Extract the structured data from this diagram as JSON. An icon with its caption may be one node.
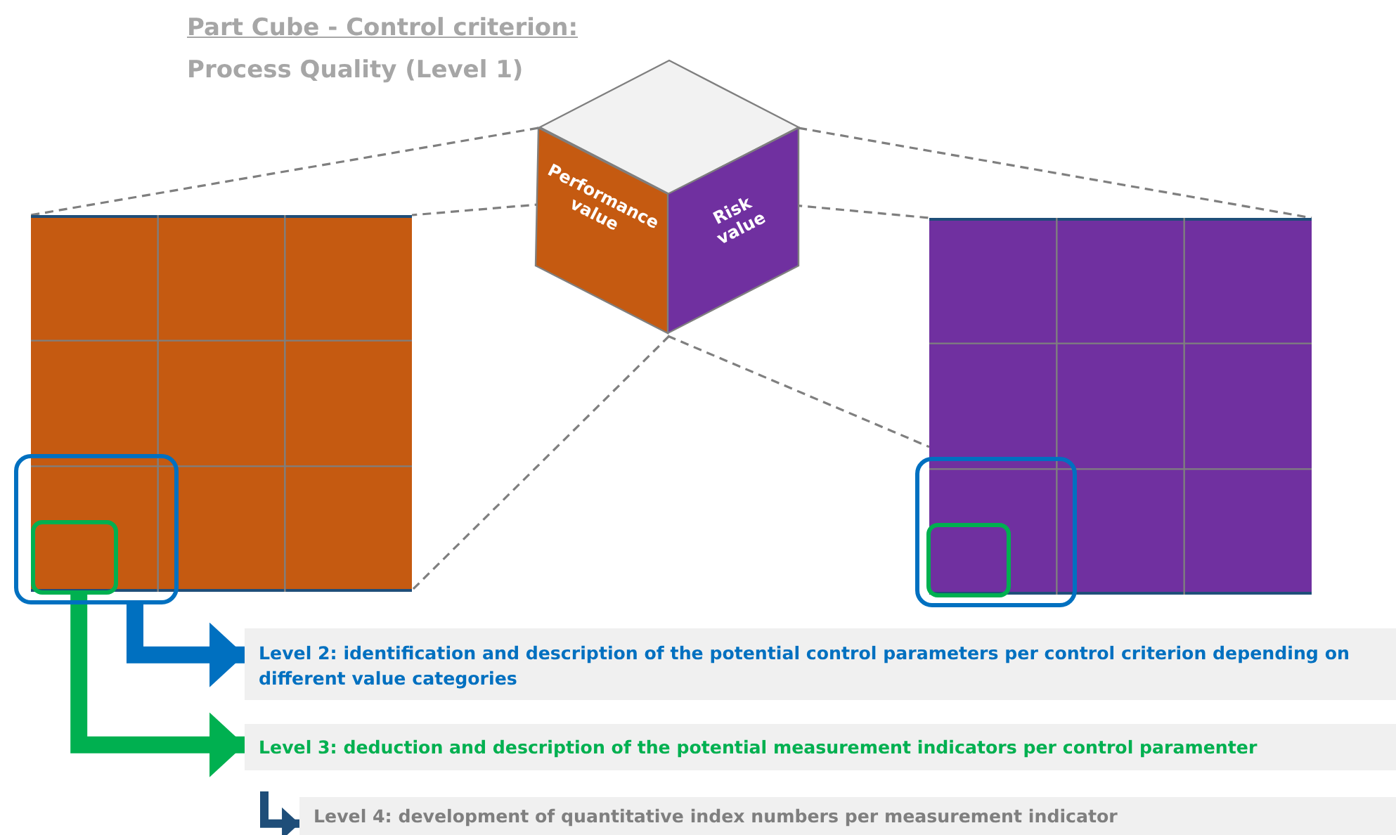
{
  "diagram": {
    "title": "Part Cube - Control criterion:",
    "nodes": [
      {
        "text": [],
        "shape": "diamond"
      },
      {
        "text": [
          "Performance value"
        ]
      },
      {
        "text": [
          "Risk value"
        ]
      },
      {
        "text": [],
        "shape": "box"
      },
      {
        "text": [],
        "shape": "box"
      },
      {
        "text": [],
        "shape": "box"
      },
      {
        "text": [],
        "shape": "box",
        "in": 5
      },
      {
        "text": [],
        "shape": "box"
      },
      {
        "text": [],
        "shape": "box",
        "in": 7
      },
      {
        "text": [
          "Level 2: identification and description of the potential control parameters per control criterion depending on different value categories"
        ]
      },
      {
        "text": [
          "Level 3: deduction and description of the potential measurement indicators per control paramenter"
        ]
      },
      {
        "text": [
          "Level 4: development of quantitative index numbers per measurement indicator"
        ]
      }
    ],
    "edges": [
      {
        "from": 1,
        "to": 3,
        "arrow": "none",
        "style": "dashed"
      },
      {
        "from": 1,
        "to": 3,
        "arrow": "none",
        "style": "dashed"
      },
      {
        "from": 1,
        "to": 3,
        "arrow": "none",
        "style": "dashed"
      },
      {
        "from": 2,
        "to": 4,
        "arrow": "none",
        "style": "dashed"
      },
      {
        "from": 2,
        "to": 4,
        "arrow": "none",
        "style": "dashed"
      },
      {
        "from": 2,
        "to": 4,
        "arrow": "none",
        "style": "dashed"
      },
      {
        "from": 5,
        "to": 9,
        "arrow": "to",
        "style": "thick",
        "color": "#0070c0"
      },
      {
        "from": 6,
        "to": 10,
        "arrow": "to",
        "style": "thick",
        "color": "#00b050"
      },
      {
        "from": null,
        "to": 11,
        "arrow": "to",
        "style": "thick",
        "color": "#1f4e79"
      }
    ],
    "labels": [
      "Process Quality (Level 1)"
    ]
  }
}
